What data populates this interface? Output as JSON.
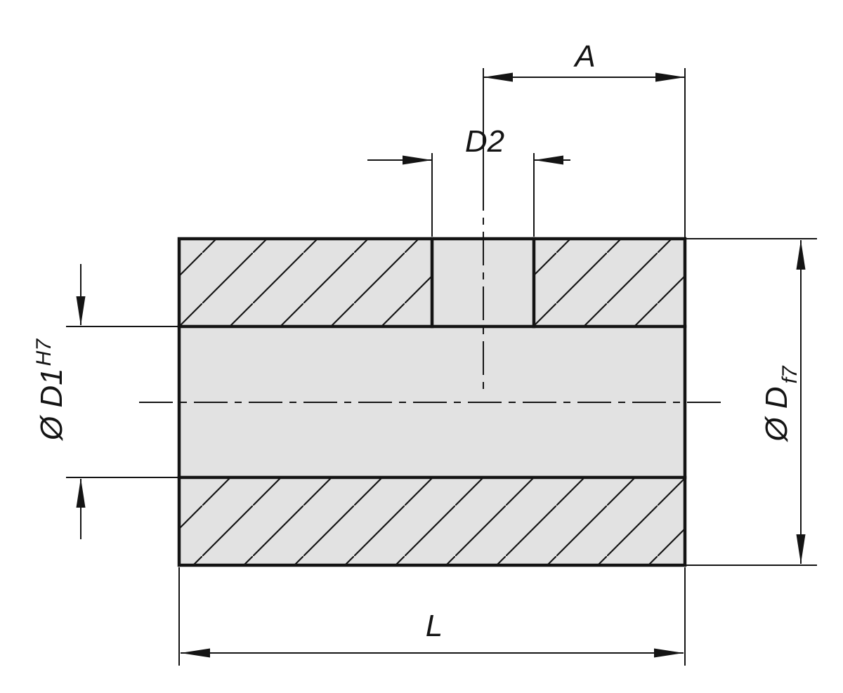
{
  "drawing": {
    "name": "Cylindrical bushing cross-section with dimension callouts",
    "colors": {
      "fill": "#e2e2e2",
      "line": "#141414",
      "background": "#ffffff"
    },
    "dimensions": {
      "a": {
        "label": "A"
      },
      "d2": {
        "label": "D2"
      },
      "d1": {
        "prefix": "Ø D1",
        "tolerance": "H7"
      },
      "d": {
        "prefix": "Ø D",
        "tolerance": "f7"
      },
      "l": {
        "label": "L"
      }
    }
  }
}
